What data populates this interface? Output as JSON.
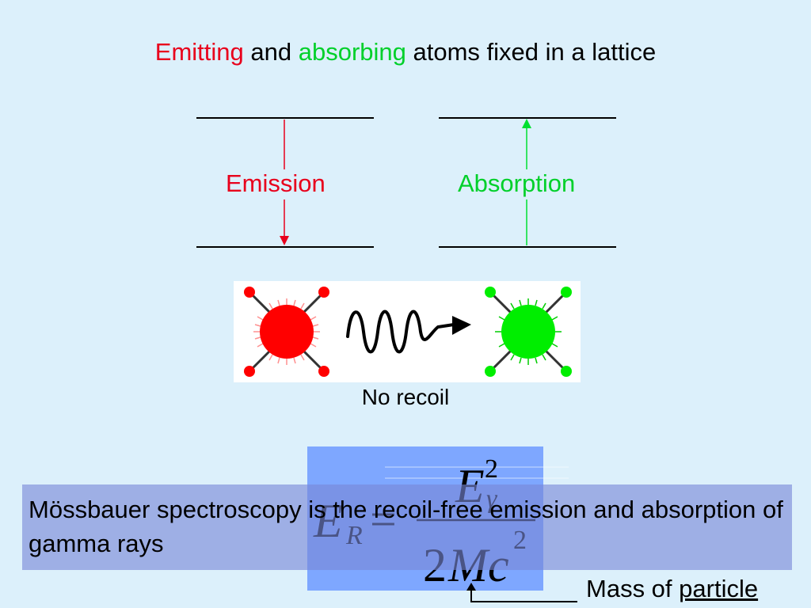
{
  "title": {
    "emitting": "Emitting",
    "and": "and",
    "absorbing": "absorbing",
    "rest": "atoms fixed in a lattice"
  },
  "levels": {
    "emission_label": "Emission",
    "absorption_label": "Absorption"
  },
  "caption": "No recoil",
  "formula": {
    "lhs_E": "E",
    "lhs_sub": "R",
    "equals": "=",
    "num_E": "E",
    "num_sup": "2",
    "num_sub": "γ",
    "den_2": "2",
    "den_M": "M",
    "den_c": "c",
    "den_sup": "2"
  },
  "statement": "Mössbauer spectroscopy is the recoil-free emission and absorption of gamma rays",
  "mass_note": {
    "prefix": "Mass of",
    "word": "particle"
  },
  "colors": {
    "background": "#dcf0fb",
    "emit": "#e8001c",
    "absorb": "#00e030",
    "emitter_atom": "#ff0000",
    "absorber_atom": "#00ee00"
  },
  "icons": [
    "down-arrow-icon",
    "up-arrow-icon",
    "emitter-atom-icon",
    "wave-arrow-icon",
    "absorber-atom-icon",
    "pointer-arrow-icon"
  ]
}
